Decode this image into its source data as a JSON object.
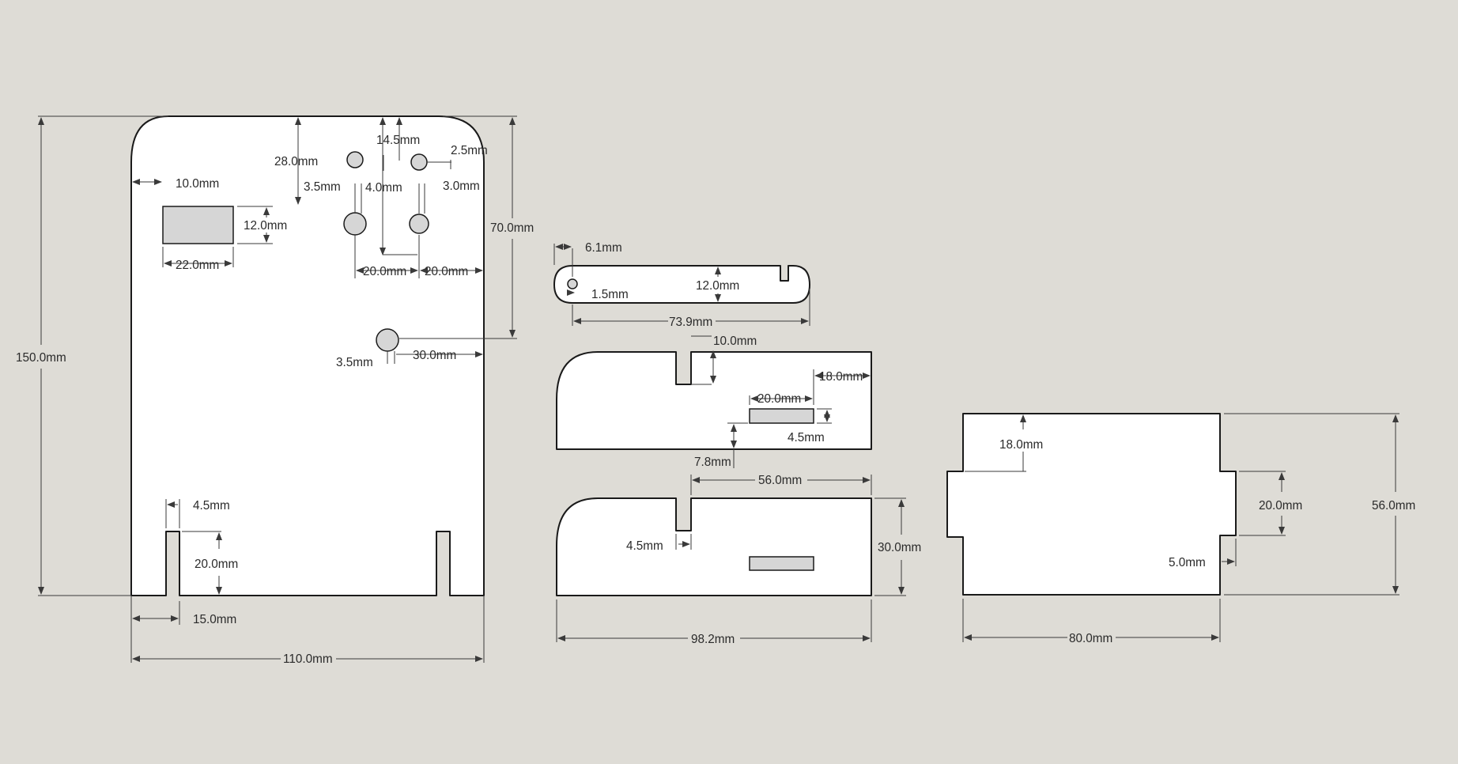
{
  "colors": {
    "background": "#dedcd6",
    "part_fill": "#ffffff",
    "hole_fill": "#d6d6d6",
    "line": "#1a1a1a"
  },
  "dimensions": {
    "back_height": "150.0mm",
    "back_width": "110.0mm",
    "back_hole_upper_height": "70.0mm",
    "back_top_to_holes": "28.0mm",
    "back_top_to_hole_b": "14.5mm",
    "back_hole_offset_a": "2.5mm",
    "back_hole_dia_a": "3.5mm",
    "back_hole_gap": "4.0mm",
    "back_hole_dia_b": "3.0mm",
    "back_window_left": "10.0mm",
    "back_window_height": "12.0mm",
    "back_window_width": "22.0mm",
    "back_hole_spacing_1": "20.0mm",
    "back_hole_spacing_2": "20.0mm",
    "back_hole_dia_c": "3.5mm",
    "back_hole_to_edge": "30.0mm",
    "back_slot_width": "4.5mm",
    "back_slot_height": "20.0mm",
    "back_slot_offset": "15.0mm",
    "strip_hole_offset": "6.1mm",
    "strip_hole_dia": "1.5mm",
    "strip_height": "12.0mm",
    "strip_length": "73.9mm",
    "side_slot_depth": "10.0mm",
    "side_window_width": "20.0mm",
    "side_window_edge": "18.0mm",
    "side_window_height": "4.5mm",
    "side_window_bottom": "7.8mm",
    "side_slot_to_end": "56.0mm",
    "side_slot_width": "4.5mm",
    "side_height": "30.0mm",
    "side_length": "98.2mm",
    "base_inset": "18.0mm",
    "base_tab_width": "20.0mm",
    "base_depth": "56.0mm",
    "base_tab_depth": "5.0mm",
    "base_length": "80.0mm"
  }
}
